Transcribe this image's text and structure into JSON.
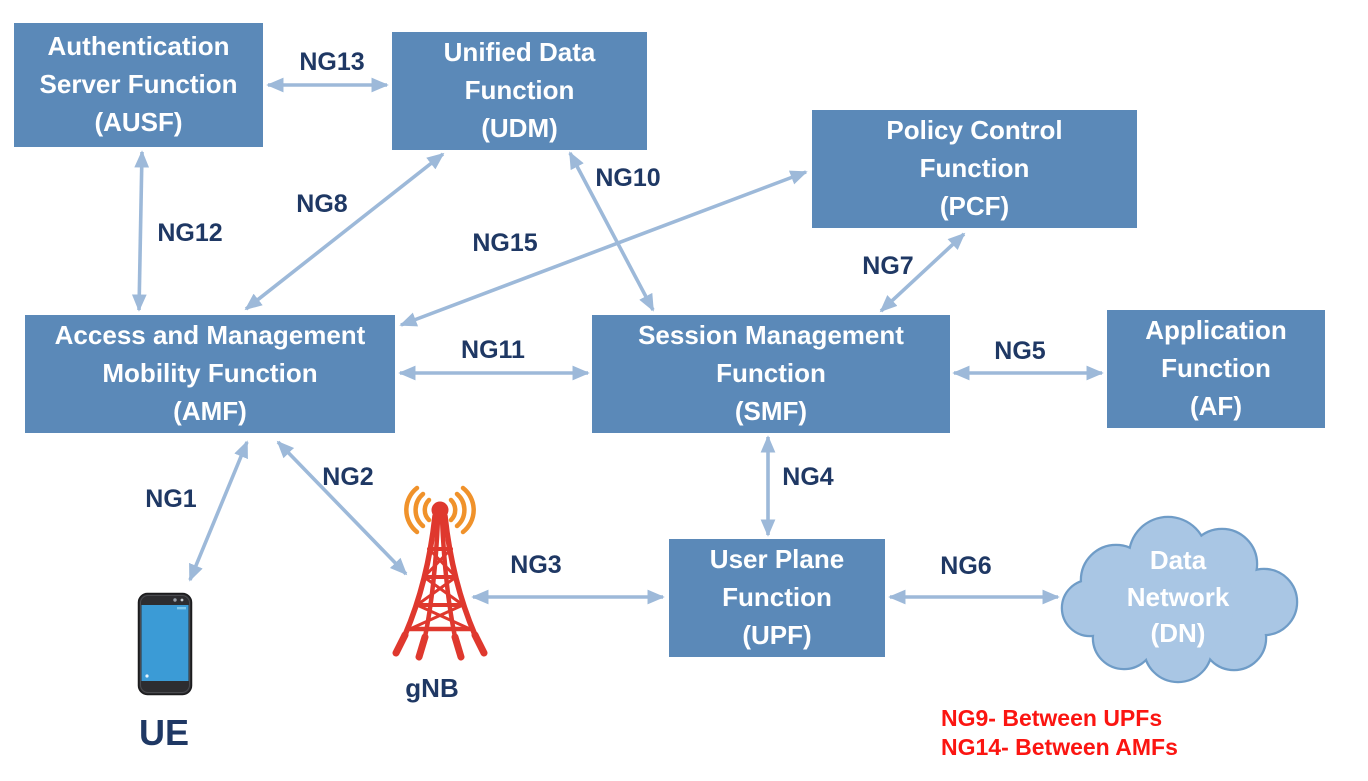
{
  "diagram": {
    "type": "5g-core-network-architecture",
    "colors": {
      "node_fill": "#5b89b8",
      "node_text": "#ffffff",
      "arrow": "#9db9d9",
      "interface_label_text": "#1f3864",
      "legend_text": "#fb1511",
      "cloud_fill": "#a9c6e4",
      "cloud_border": "#6f9cc7",
      "tower_red": "#df382e",
      "signal_orange": "#f0922b",
      "phone_screen": "#3b9bd6"
    },
    "nodes": {
      "ausf": {
        "label": "Authentication\nServer Function\n(AUSF)"
      },
      "udm": {
        "label": "Unified Data\nFunction\n(UDM)"
      },
      "pcf": {
        "label": "Policy Control\nFunction\n(PCF)"
      },
      "amf": {
        "label": "Access and Management\nMobility Function\n(AMF)"
      },
      "smf": {
        "label": "Session Management\nFunction\n(SMF)"
      },
      "af": {
        "label": "Application\nFunction\n(AF)"
      },
      "upf": {
        "label": "User Plane\nFunction\n(UPF)"
      },
      "dn": {
        "label": "Data\nNetwork\n(DN)"
      },
      "ue": {
        "label": "UE"
      },
      "gnb": {
        "label": "gNB"
      }
    },
    "interfaces": {
      "ng1": "NG1",
      "ng2": "NG2",
      "ng3": "NG3",
      "ng4": "NG4",
      "ng5": "NG5",
      "ng6": "NG6",
      "ng7": "NG7",
      "ng8": "NG8",
      "ng10": "NG10",
      "ng11": "NG11",
      "ng12": "NG12",
      "ng13": "NG13",
      "ng15": "NG15"
    },
    "connections": [
      {
        "interface": "NG1",
        "from": "UE",
        "to": "AMF",
        "bidirectional": true
      },
      {
        "interface": "NG2",
        "from": "gNB",
        "to": "AMF",
        "bidirectional": true
      },
      {
        "interface": "NG3",
        "from": "gNB",
        "to": "UPF",
        "bidirectional": true
      },
      {
        "interface": "NG4",
        "from": "SMF",
        "to": "UPF",
        "bidirectional": true
      },
      {
        "interface": "NG5",
        "from": "SMF",
        "to": "AF",
        "bidirectional": true
      },
      {
        "interface": "NG6",
        "from": "UPF",
        "to": "DN",
        "bidirectional": true
      },
      {
        "interface": "NG7",
        "from": "SMF",
        "to": "PCF",
        "bidirectional": true
      },
      {
        "interface": "NG8",
        "from": "AMF",
        "to": "UDM",
        "bidirectional": true
      },
      {
        "interface": "NG10",
        "from": "SMF",
        "to": "UDM",
        "bidirectional": true
      },
      {
        "interface": "NG11",
        "from": "AMF",
        "to": "SMF",
        "bidirectional": true
      },
      {
        "interface": "NG12",
        "from": "AUSF",
        "to": "AMF",
        "bidirectional": true
      },
      {
        "interface": "NG13",
        "from": "AUSF",
        "to": "UDM",
        "bidirectional": true
      },
      {
        "interface": "NG15",
        "from": "AMF",
        "to": "PCF",
        "bidirectional": true
      }
    ],
    "legend": {
      "ng9": "NG9- Between UPFs",
      "ng14": "NG14- Between AMFs"
    }
  }
}
